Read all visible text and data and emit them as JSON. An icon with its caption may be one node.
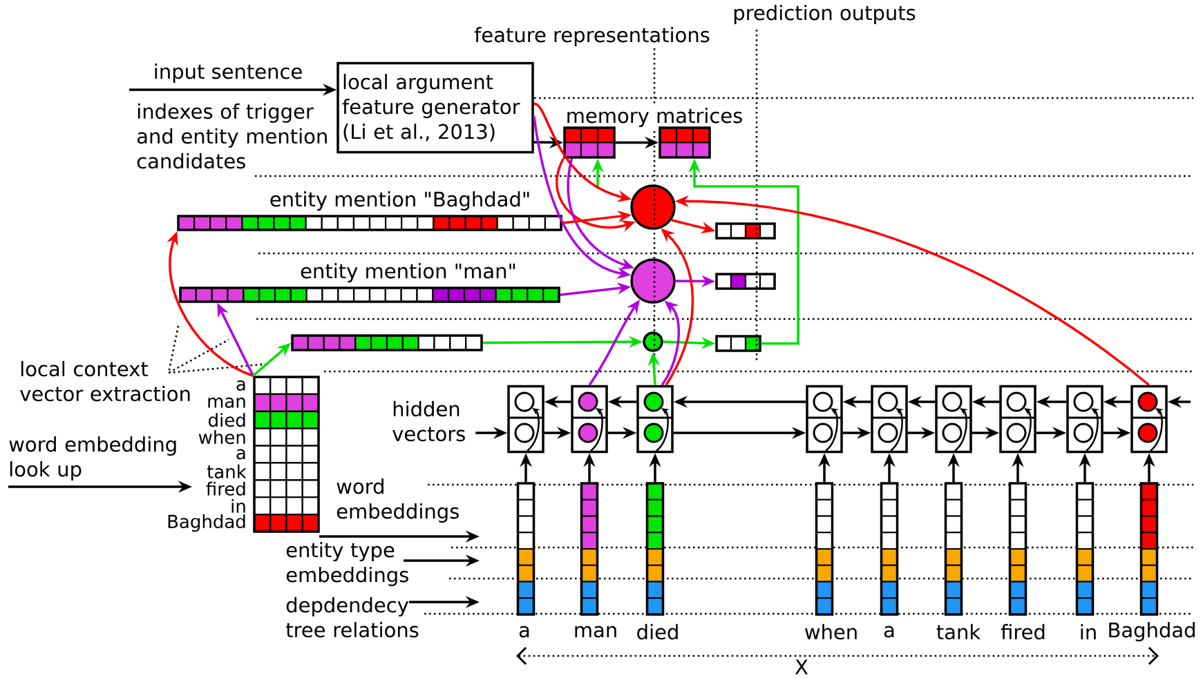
{
  "diagram": {
    "nodes": [
      {
        "text": [
          "local argument feature generator (Li et al., 2013)"
        ]
      },
      {
        "text": [],
        "shape": "box"
      },
      {
        "text": [],
        "shape": "box"
      },
      {
        "text": [],
        "shape": "circle"
      },
      {
        "text": [],
        "shape": "circle"
      },
      {
        "text": [],
        "shape": "circle"
      },
      {
        "text": [
          "entity mention \"Baghdad\""
        ]
      },
      {
        "text": [
          "entity mention \"man\""
        ]
      },
      {
        "text": [],
        "shape": "bar"
      },
      {
        "text": [],
        "shape": "bar"
      },
      {
        "text": [],
        "shape": "bar"
      },
      {
        "text": [],
        "shape": "bar"
      },
      {
        "text": [],
        "shape": "box",
        "beside": [
          "a",
          "man",
          "died",
          "when",
          "a",
          "tank",
          "fired",
          "in",
          "Baghdad"
        ]
      },
      {
        "text": [],
        "shape": "box"
      },
      {
        "text": [],
        "shape": "box"
      },
      {
        "text": [],
        "shape": "box"
      },
      {
        "text": [],
        "shape": "box"
      },
      {
        "text": [],
        "shape": "box"
      },
      {
        "text": [],
        "shape": "box"
      },
      {
        "text": [],
        "shape": "box"
      },
      {
        "text": [],
        "shape": "box"
      },
      {
        "text": [],
        "shape": "box"
      },
      {
        "text": [],
        "shape": "bar",
        "beside": [
          "a"
        ]
      },
      {
        "text": [],
        "shape": "bar",
        "beside": [
          "man"
        ]
      },
      {
        "text": [],
        "shape": "bar",
        "beside": [
          "died"
        ]
      },
      {
        "text": [],
        "shape": "bar",
        "beside": [
          "when"
        ]
      },
      {
        "text": [],
        "shape": "bar",
        "beside": [
          "a"
        ]
      },
      {
        "text": [],
        "shape": "bar",
        "beside": [
          "tank"
        ]
      },
      {
        "text": [],
        "shape": "bar",
        "beside": [
          "fired"
        ]
      },
      {
        "text": [],
        "shape": "bar",
        "beside": [
          "in"
        ]
      },
      {
        "text": [],
        "shape": "bar",
        "beside": [
          "Baghdad"
        ]
      }
    ],
    "edges": [
      {
        "from": null,
        "to": 0,
        "arrow": "to",
        "label": "input sentence"
      },
      {
        "from": 0,
        "to": 1,
        "arrow": "to"
      },
      {
        "from": 1,
        "to": 2,
        "arrow": "to"
      },
      {
        "from": null,
        "to": 1,
        "arrow": "to",
        "color": "#00e000"
      },
      {
        "from": 11,
        "to": 2,
        "arrow": "to",
        "color": "#00e000"
      },
      {
        "from": 0,
        "to": 3,
        "arrow": "to",
        "color": "#ff0000"
      },
      {
        "from": 0,
        "to": 4,
        "arrow": "to",
        "color": "#b000e0"
      },
      {
        "from": 1,
        "to": 3,
        "arrow": "to",
        "color": "#ff0000"
      },
      {
        "from": 1,
        "to": 4,
        "arrow": "to",
        "color": "#b000e0"
      },
      {
        "from": 6,
        "to": 3,
        "arrow": "to",
        "color": "#ff0000"
      },
      {
        "from": 7,
        "to": 4,
        "arrow": "to",
        "color": "#b000e0"
      },
      {
        "from": 8,
        "to": 5,
        "arrow": "to",
        "color": "#00e000"
      },
      {
        "from": 3,
        "to": 9,
        "arrow": "to",
        "color": "#ff0000"
      },
      {
        "from": 4,
        "to": 10,
        "arrow": "to",
        "color": "#b000e0"
      },
      {
        "from": 5,
        "to": 11,
        "arrow": "to",
        "color": "#00e000"
      },
      {
        "from": 12,
        "to": 6,
        "arrow": "to",
        "color": "#ff0000"
      },
      {
        "from": 12,
        "to": 7,
        "arrow": "to",
        "color": "#b000e0"
      },
      {
        "from": 12,
        "to": 8,
        "arrow": "to",
        "color": "#00e000"
      },
      {
        "from": 14,
        "to": 4,
        "arrow": "to",
        "color": "#b000e0"
      },
      {
        "from": 15,
        "to": 5,
        "arrow": "to",
        "color": "#00e000"
      },
      {
        "from": 15,
        "to": 4,
        "arrow": "to",
        "color": "#b000e0"
      },
      {
        "from": 15,
        "to": 3,
        "arrow": "to",
        "color": "#ff0000"
      },
      {
        "from": 21,
        "to": 3,
        "arrow": "to",
        "color": "#ff0000"
      },
      {
        "from": null,
        "to": 13,
        "arrow": "to",
        "label": "hidden vectors"
      },
      {
        "from": 13,
        "to": 14,
        "arrow": "to"
      },
      {
        "from": 14,
        "to": 15,
        "arrow": "to"
      },
      {
        "from": 15,
        "to": 16,
        "arrow": "to"
      },
      {
        "from": 16,
        "to": 17,
        "arrow": "to"
      },
      {
        "from": 17,
        "to": 18,
        "arrow": "to"
      },
      {
        "from": 18,
        "to": 19,
        "arrow": "to"
      },
      {
        "from": 19,
        "to": 20,
        "arrow": "to"
      },
      {
        "from": 20,
        "to": 21,
        "arrow": "to"
      },
      {
        "from": null,
        "to": 21,
        "arrow": "to"
      },
      {
        "from": 21,
        "to": 20,
        "arrow": "to"
      },
      {
        "from": 20,
        "to": 19,
        "arrow": "to"
      },
      {
        "from": 19,
        "to": 18,
        "arrow": "to"
      },
      {
        "from": 18,
        "to": 17,
        "arrow": "to"
      },
      {
        "from": 17,
        "to": 16,
        "arrow": "to"
      },
      {
        "from": 16,
        "to": 15,
        "arrow": "to"
      },
      {
        "from": 15,
        "to": 14,
        "arrow": "to"
      },
      {
        "from": 14,
        "to": 13,
        "arrow": "to"
      },
      {
        "from": 22,
        "to": 13,
        "arrow": "to"
      },
      {
        "from": 23,
        "to": 14,
        "arrow": "to"
      },
      {
        "from": 24,
        "to": 15,
        "arrow": "to"
      },
      {
        "from": 25,
        "to": 16,
        "arrow": "to"
      },
      {
        "from": 26,
        "to": 17,
        "arrow": "to"
      },
      {
        "from": 27,
        "to": 18,
        "arrow": "to"
      },
      {
        "from": 28,
        "to": 19,
        "arrow": "to"
      },
      {
        "from": 29,
        "to": 20,
        "arrow": "to"
      },
      {
        "from": 30,
        "to": 21,
        "arrow": "to"
      }
    ],
    "labels": [
      "prediction outputs",
      "feature representations",
      "indexes of trigger and entity mention candidates",
      "memory matrices",
      "local context vector extraction",
      "word embedding look up",
      "word embeddings",
      "entity type embeddings",
      "depdendecy tree relations",
      "X"
    ]
  }
}
